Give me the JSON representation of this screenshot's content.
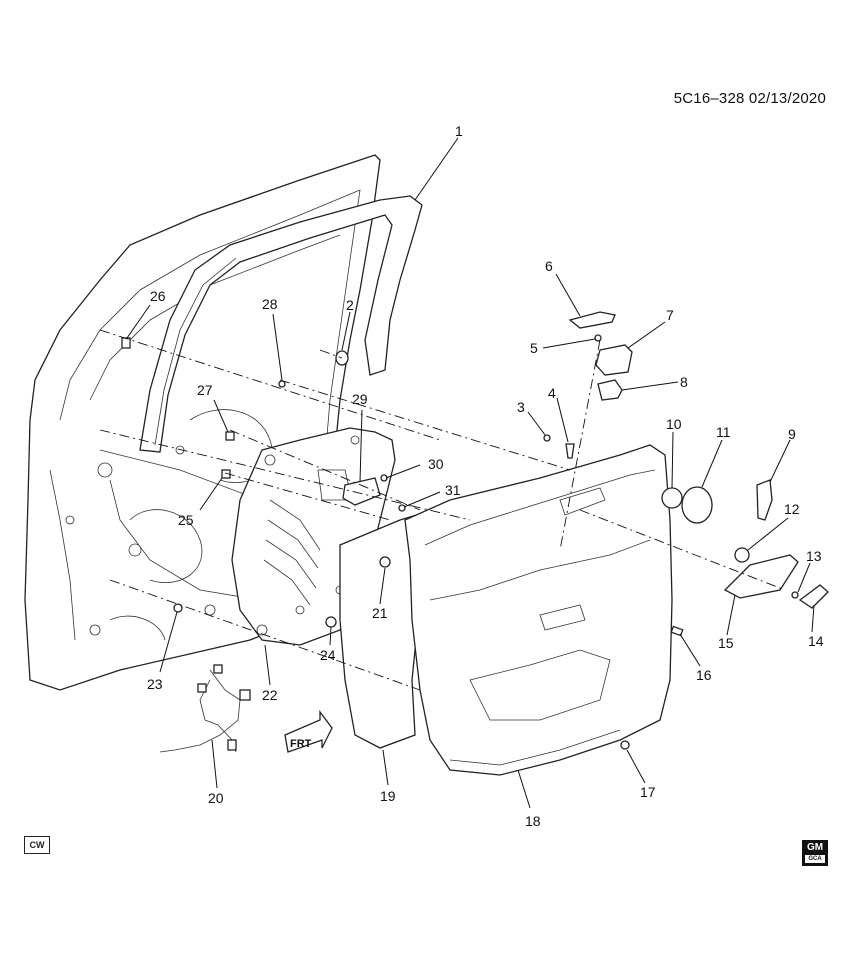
{
  "header": {
    "diagram_code": "5C16–328 02/13/2020"
  },
  "badges": {
    "cw": "CW",
    "gm": "GM",
    "gca": "GCA"
  },
  "frt_label": "FRT",
  "callouts": [
    "1",
    "2",
    "3",
    "4",
    "5",
    "6",
    "7",
    "8",
    "9",
    "10",
    "11",
    "12",
    "13",
    "14",
    "15",
    "16",
    "17",
    "18",
    "19",
    "20",
    "21",
    "22",
    "23",
    "24",
    "25",
    "26",
    "27",
    "28",
    "29",
    "30",
    "31"
  ]
}
